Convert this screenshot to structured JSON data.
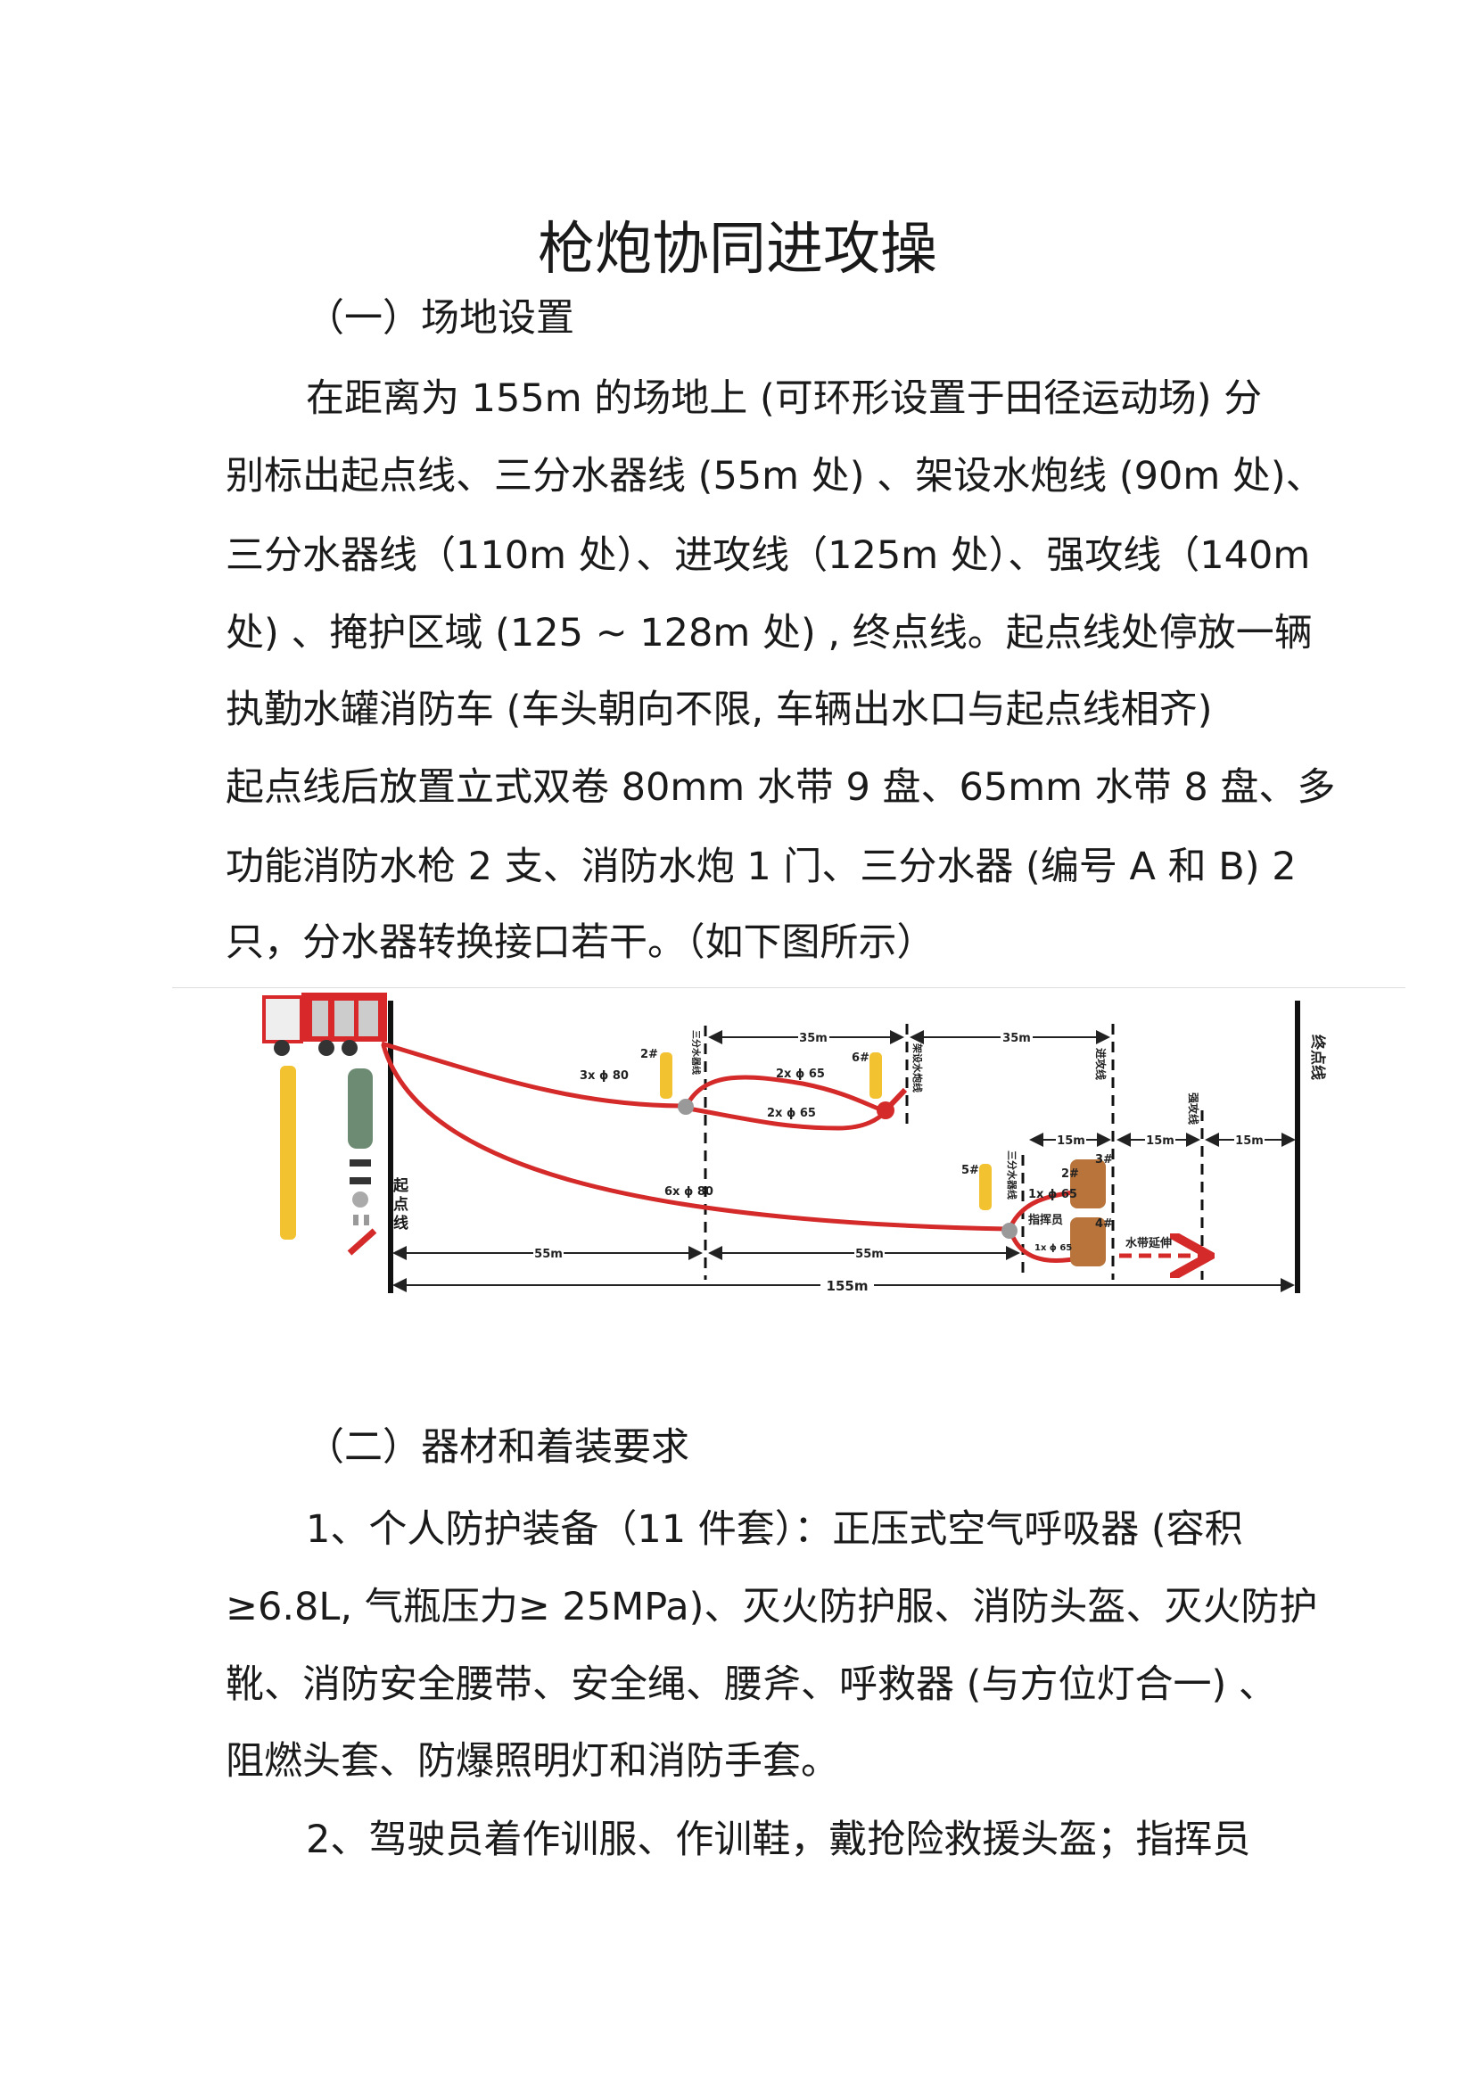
{
  "title": "枪炮协同进攻操",
  "section1": {
    "heading": "（一）场地设置",
    "lines": [
      "在距离为 155m 的场地上 (可环形设置于田径运动场) 分",
      "别标出起点线、三分水器线 (55m 处) 、架设水炮线 (90m 处)、",
      "三分水器线（110m 处）、进攻线（125m 处）、强攻线（140m",
      "处) 、掩护区域 (125 ~ 128m 处) , 终点线。起点线处停放一辆",
      "执勤水罐消防车 (车头朝向不限, 车辆出水口与起点线相齐)",
      "起点线后放置立式双卷 80mm 水带 9 盘、65mm 水带 8 盘、多",
      "功能消防水枪 2 支、消防水炮 1 门、三分水器 (编号 A 和 B) 2",
      "只，分水器转换接口若干。（如下图所示）"
    ]
  },
  "diagram": {
    "start_line": "起点线",
    "finish_line": "终点线",
    "splitter_line": "三分水器线",
    "cannon_line": "架设水炮线",
    "attack_line": "进攻线",
    "strong_attack_line": "强攻线",
    "hose_3x80": "3x ϕ 80",
    "hose_6x80": "6x ϕ 80",
    "hose_2x65_a": "2x ϕ 65",
    "hose_2x65_b": "2x ϕ 65",
    "hose_1x65_a": "1x ϕ 65",
    "hose_1x65_b": "1x ϕ 65",
    "d55_a": "55m",
    "d55_b": "55m",
    "d155": "155m",
    "d35_a": "35m",
    "d35_b": "35m",
    "d15_a": "15m",
    "d15_b": "15m",
    "d15_c": "15m",
    "p2a": "2#",
    "p6": "6#",
    "p5": "5#",
    "p3": "3#",
    "p2b": "2#",
    "p4": "4#",
    "commander": "指挥员",
    "extend": "水带延伸",
    "colors": {
      "hose": "#d42a2a",
      "truck": "#d8282a",
      "firefighter": "#f2c230",
      "crew": "#b8743a"
    }
  },
  "section2": {
    "heading": "（二）器材和着装要求",
    "lines": [
      "1、个人防护装备（11 件套）：正压式空气呼吸器 (容积",
      "≥6.8L, 气瓶压力≥ 25MPa)、灭火防护服、消防头盔、灭火防护",
      "靴、消防安全腰带、安全绳、腰斧、呼救器 (与方位灯合一) 、",
      "阻燃头套、防爆照明灯和消防手套。",
      "2、驾驶员着作训服、作训鞋，戴抢险救援头盔；指挥员"
    ]
  }
}
